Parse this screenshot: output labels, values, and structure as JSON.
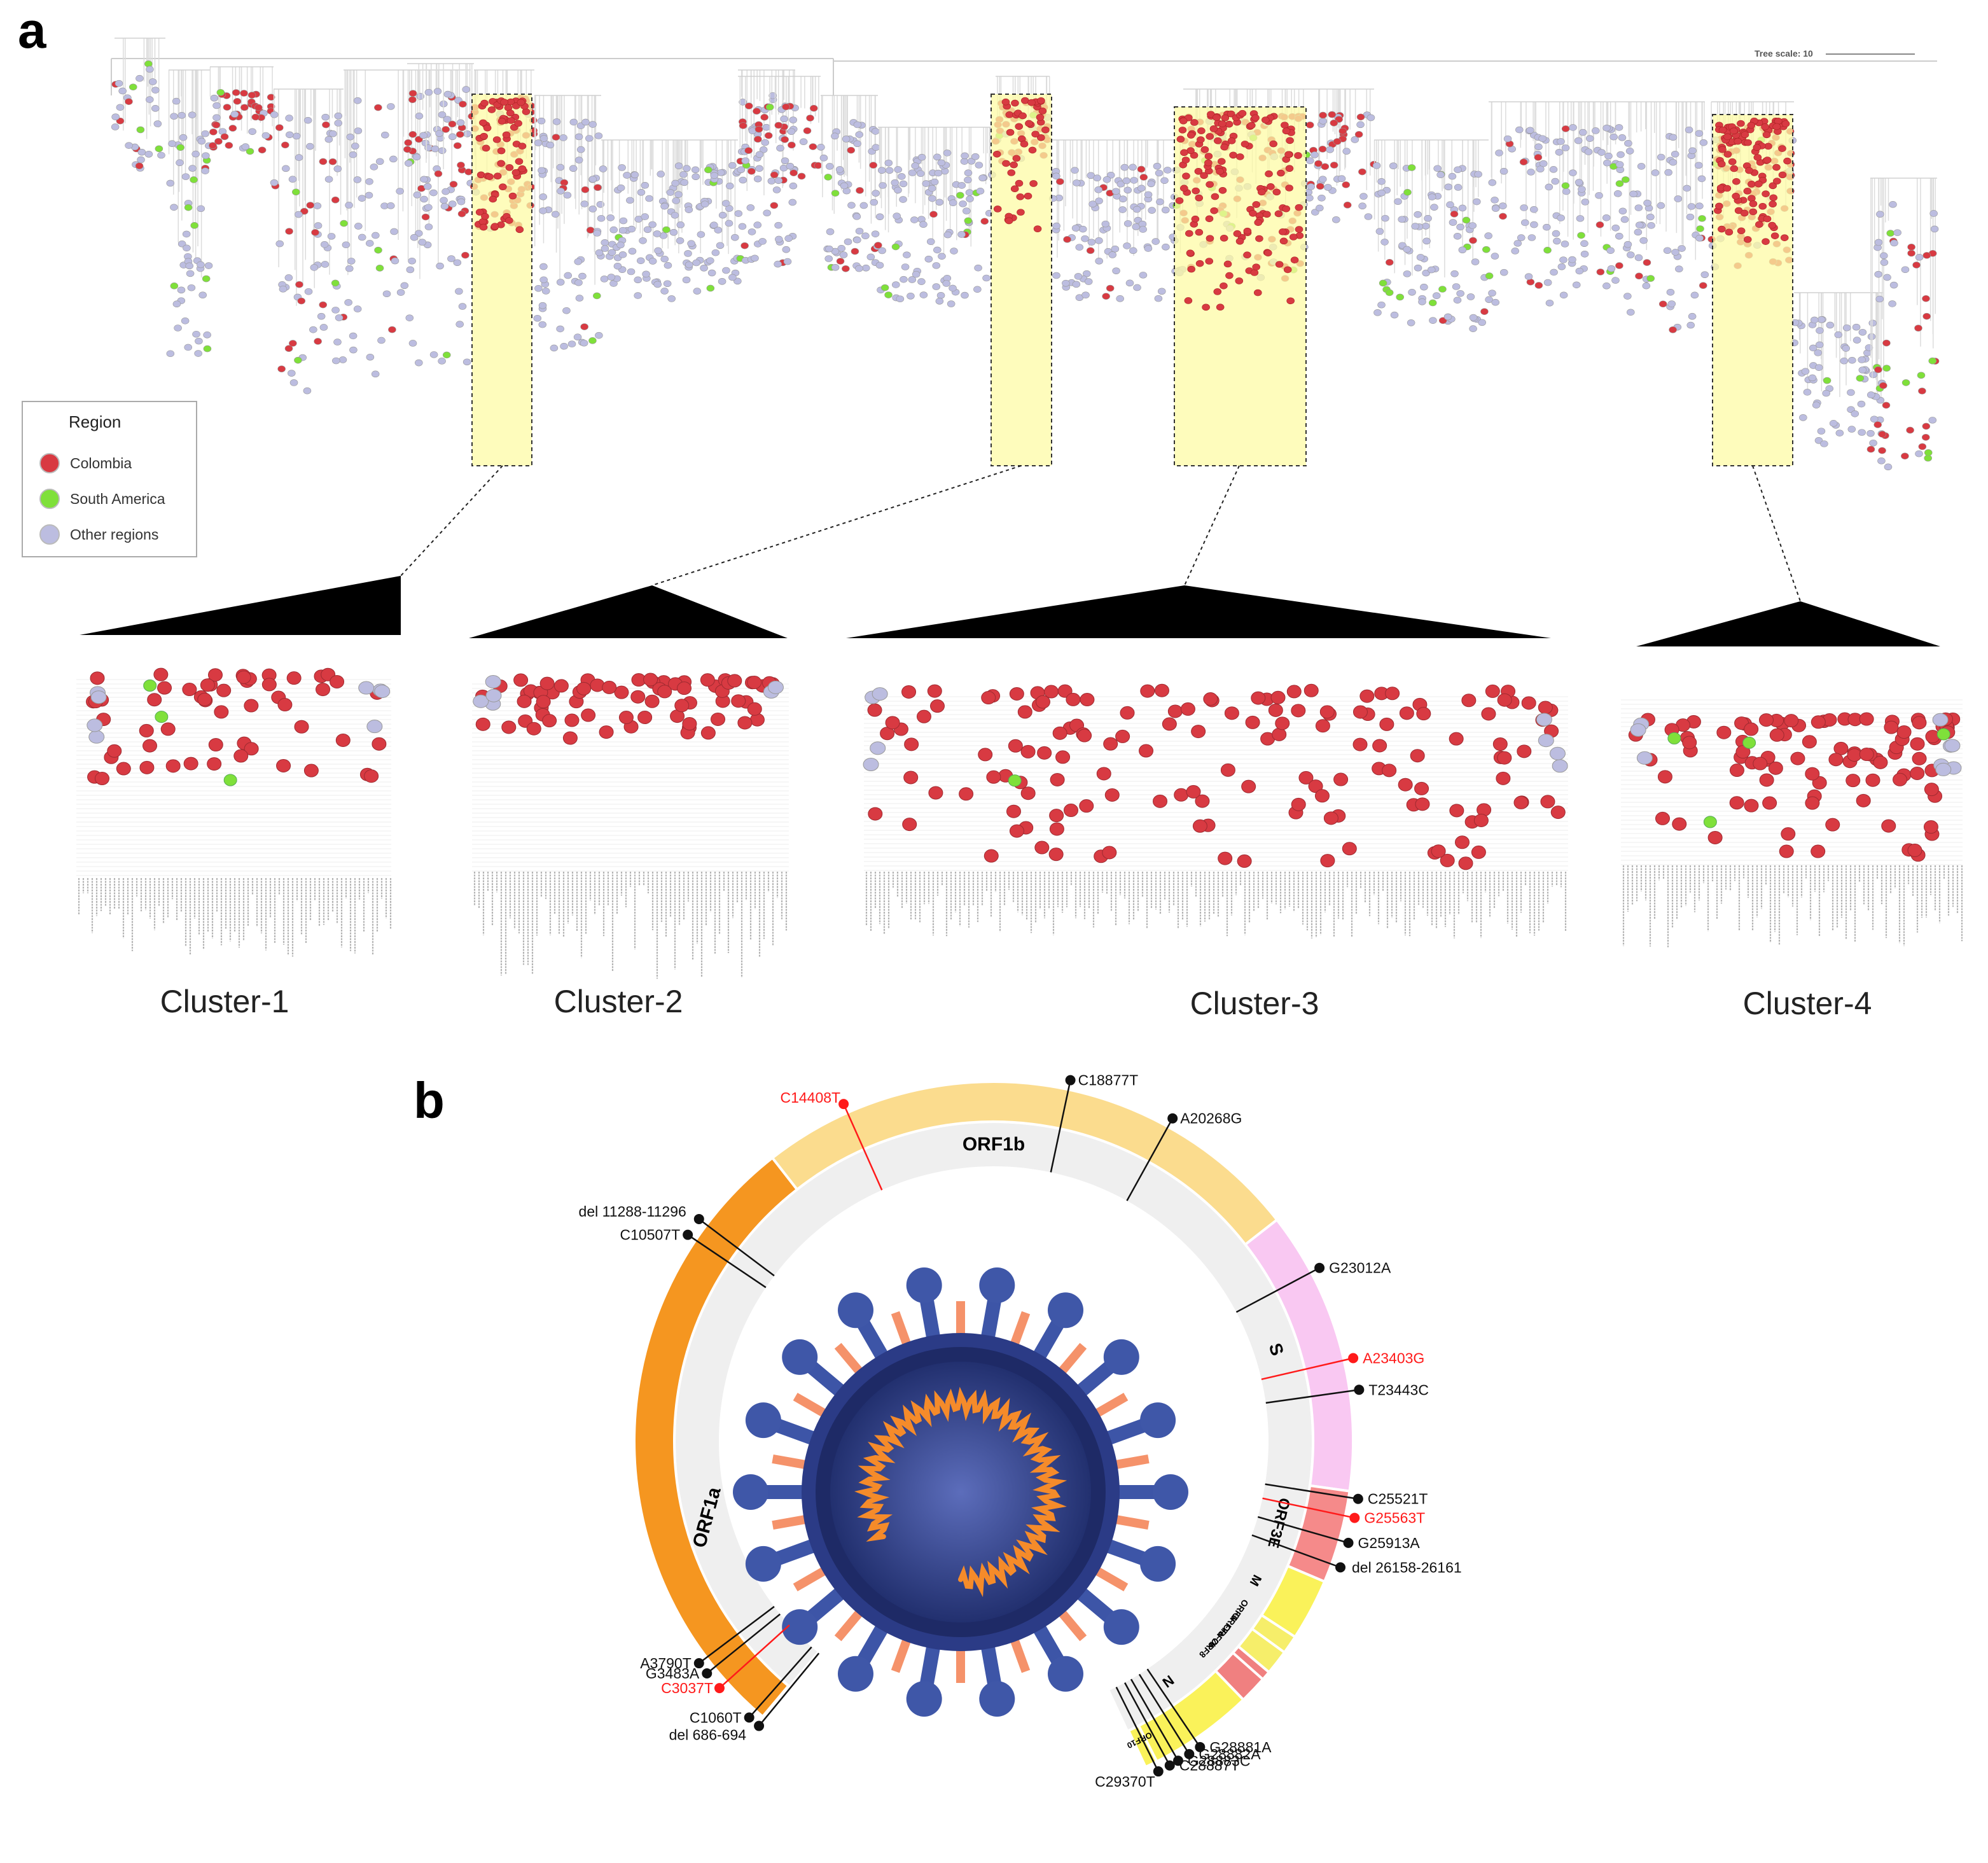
{
  "panel_a": {
    "letter": "a",
    "tree_scale": "Tree scale: 10",
    "legend": {
      "title": "Region",
      "items": [
        {
          "label": "Colombia",
          "color": "#d83a42"
        },
        {
          "label": "South America",
          "color": "#7fe03a"
        },
        {
          "label": "Other regions",
          "color": "#bcbde0"
        }
      ]
    },
    "clusters": [
      {
        "label": "Cluster-1"
      },
      {
        "label": "Cluster-2"
      },
      {
        "label": "Cluster-3"
      },
      {
        "label": "Cluster-4"
      }
    ]
  },
  "panel_b": {
    "letter": "b",
    "genes": [
      {
        "name": "ORF1a",
        "color": "#f59620"
      },
      {
        "name": "ORF1b",
        "color": "#fbdc8e"
      },
      {
        "name": "S",
        "color": "#f9c8f2"
      },
      {
        "name": "ORF3E",
        "color": "#f58a8a"
      },
      {
        "name": "M",
        "color": "#faf25a"
      },
      {
        "name": "ORF6",
        "color": "#f6ee6a"
      },
      {
        "name": "ORF7a",
        "color": "#f6ee6a"
      },
      {
        "name": "ORF7b",
        "color": "#f08080"
      },
      {
        "name": "ORF8",
        "color": "#f08080"
      },
      {
        "name": "N",
        "color": "#faf25a"
      },
      {
        "name": "ORF10",
        "color": "#faf25a"
      }
    ],
    "mutations": [
      {
        "label": "C14408T",
        "highlight": true
      },
      {
        "label": "C18877T",
        "highlight": false
      },
      {
        "label": "A20268G",
        "highlight": false
      },
      {
        "label": "del 11288-11296",
        "highlight": false
      },
      {
        "label": "C10507T",
        "highlight": false
      },
      {
        "label": "G23012A",
        "highlight": false
      },
      {
        "label": "A23403G",
        "highlight": true
      },
      {
        "label": "T23443C",
        "highlight": false
      },
      {
        "label": "C25521T",
        "highlight": false
      },
      {
        "label": "G25563T",
        "highlight": true
      },
      {
        "label": "G25913A",
        "highlight": false
      },
      {
        "label": "del 26158-26161",
        "highlight": false
      },
      {
        "label": "A3790T",
        "highlight": false
      },
      {
        "label": "G3483A",
        "highlight": false
      },
      {
        "label": "C3037T",
        "highlight": true
      },
      {
        "label": "C1060T",
        "highlight": false
      },
      {
        "label": "del 686-694",
        "highlight": false
      },
      {
        "label": "G28881A",
        "highlight": false
      },
      {
        "label": "G28882A",
        "highlight": false
      },
      {
        "label": "G28883C",
        "highlight": false
      },
      {
        "label": "C28887T",
        "highlight": false
      },
      {
        "label": "C29370T",
        "highlight": false
      }
    ]
  }
}
